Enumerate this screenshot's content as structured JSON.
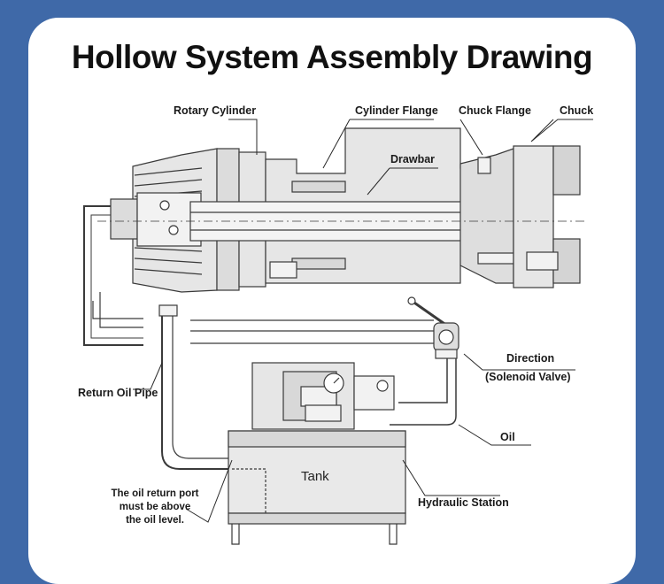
{
  "title": "Hollow System Assembly Drawing",
  "labels": {
    "rotary_cylinder": "Rotary Cylinder",
    "cylinder_flange": "Cylinder Flange",
    "chuck_flange": "Chuck Flange",
    "chuck": "Chuck",
    "drawbar": "Drawbar",
    "direction": "Direction",
    "solenoid_valve": "(Solenoid Valve)",
    "return_oil_pipe": "Return Oil Pipe",
    "oil": "Oil",
    "tank": "Tank",
    "hydraulic_station": "Hydraulic Station",
    "oil_port_line1": "The oil return port",
    "oil_port_line2": "must be above",
    "oil_port_line3": "the oil level."
  },
  "colors": {
    "background": "#3f69a8",
    "card": "#ffffff",
    "part_fill": "#e6e6e6",
    "part_dark": "#cfcfcf",
    "outline": "#3a3a3a"
  }
}
